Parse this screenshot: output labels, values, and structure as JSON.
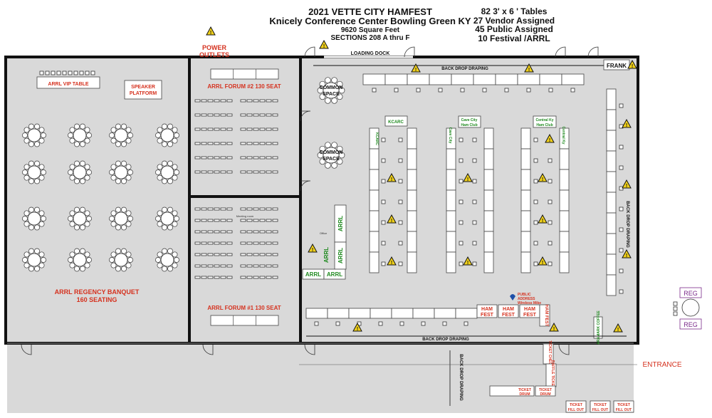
{
  "header": {
    "line1": "2021 VETTE CITY HAMFEST",
    "line2": "Knicely Conference Center Bowling Green KY",
    "line3": "9620 Square Feet",
    "line4": "SECTIONS 208 A thru F"
  },
  "stats": [
    "82 3' x 6 ' Tables",
    "27 Vendor Assigned",
    "45 Public Assigned",
    "10 Festival /ARRL"
  ],
  "labels": {
    "power": [
      "POWER",
      "OUTLETS"
    ],
    "loading_dock": "LOADING DOCK",
    "backdrop": "BACK DROP DRAPING",
    "frank": "FRANK",
    "arrl_vip": "ARRL VIP TABLE",
    "speaker": [
      "SPEAKER",
      "PLATFORM"
    ],
    "banquet": [
      "ARRL REGENCY BANQUET",
      "160 SEATING"
    ],
    "forum2": "ARRL FORUM #2 130 SEAT",
    "forum1": "ARRL FORUM #1 130 SEAT",
    "meeting_room": "Meeting room",
    "office": "Office",
    "common_space": [
      "COMMON",
      "SPACE"
    ],
    "kcarc": "KCARC",
    "cave_city": [
      "Cave City",
      "Ham Club"
    ],
    "central_ky": [
      "Central Ky",
      "Ham Club"
    ],
    "arrl": "ARRL",
    "ham_fest": [
      "HAM",
      "FEST"
    ],
    "public_address": [
      "PUBLIC",
      "ADDRESS",
      "Wireless Mike"
    ],
    "aramark": [
      "ARAMARK",
      "COFFEE"
    ],
    "entrance": "ENTRANCE",
    "reg": "REG",
    "ticket_check": [
      "TICKET",
      "CHECK"
    ],
    "raffle": [
      "RAFFLE",
      "TICKETS"
    ],
    "ticket_drum": [
      "TICKET",
      "DRUM"
    ],
    "ticket_fill": [
      "TICKET",
      "FILL OUT"
    ]
  },
  "colors": {
    "wall": "#111111",
    "floor": "#d9d9d9",
    "red_label": "#d5321f",
    "green_label": "#1f8a1f",
    "purple_label": "#7a2a8a",
    "hazard": "#f2d21b",
    "blue_icon": "#1d4fa8"
  },
  "icons": [
    "caution-triangle-icon",
    "microphone-icon",
    "door-swing-icon",
    "round-table-icon"
  ]
}
